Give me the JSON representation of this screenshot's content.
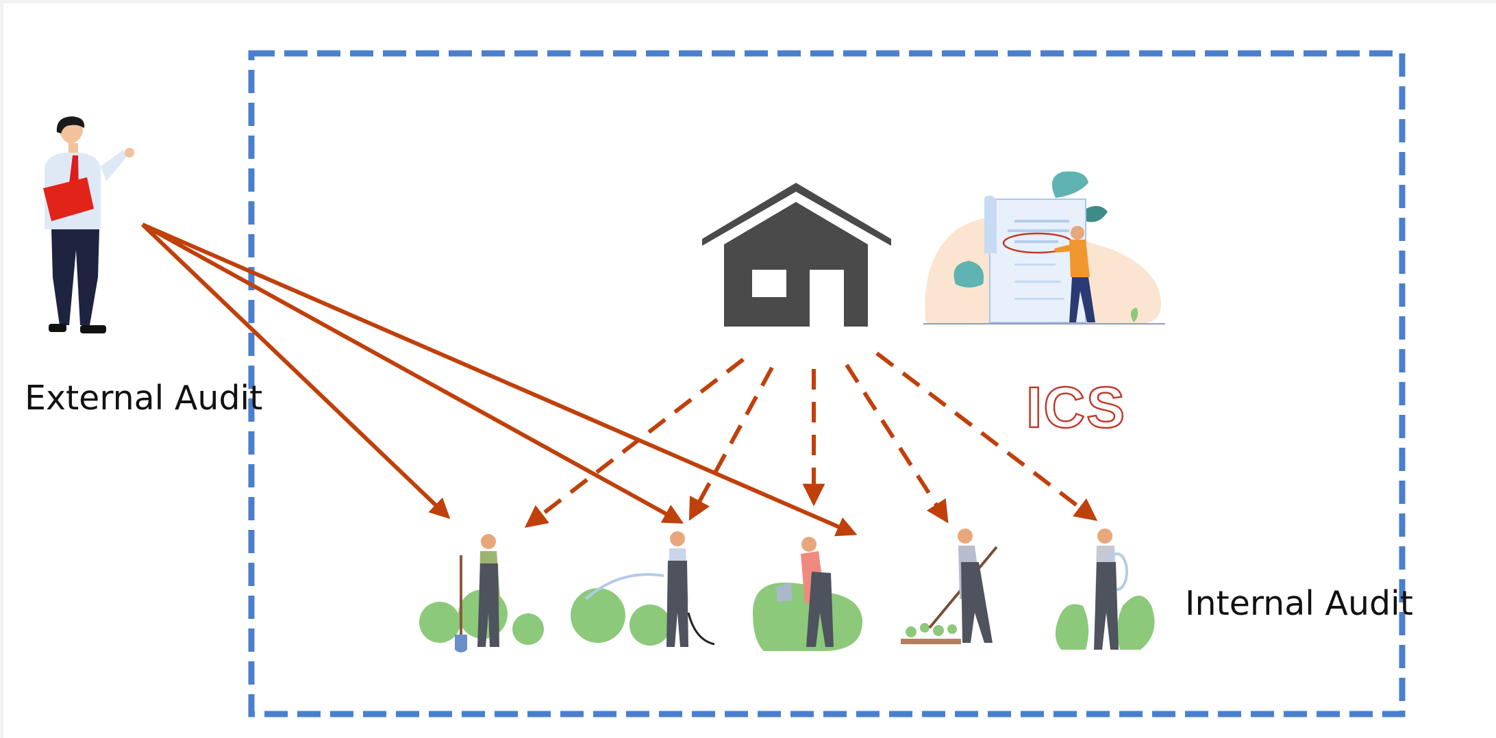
{
  "labels": {
    "external_audit": "External Audit",
    "internal_audit": "Internal Audit",
    "ics": "ICS"
  },
  "colors": {
    "boundary": "#4a7fce",
    "arrow": "#c0400b",
    "house": "#4a4a4a",
    "foliage": "#8cc97a",
    "page_background": "#f2f2f2"
  },
  "icons": [
    "auditor-person-icon",
    "house-icon",
    "document-review-icon",
    "gardener-shovel-icon",
    "gardener-hose-icon",
    "gardener-watering-can-icon",
    "gardener-rake-icon",
    "gardener-rope-icon"
  ]
}
